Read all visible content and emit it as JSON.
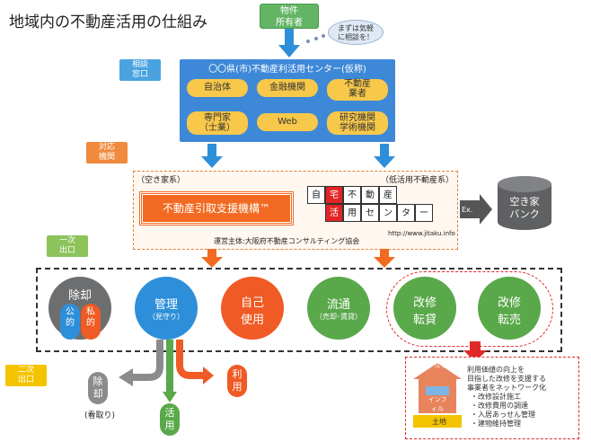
{
  "title": "地域内の不動産活用の仕組み",
  "owner": {
    "line1": "物件",
    "line2": "所有者"
  },
  "cloud": {
    "line1": "まずは気軽",
    "line2": "に相談を！"
  },
  "labels": {
    "consult": {
      "line1": "相談",
      "line2": "窓口"
    },
    "agency": {
      "line1": "対応",
      "line2": "機関"
    },
    "exit1": {
      "line1": "一次",
      "line2": "出口"
    },
    "exit2": {
      "line1": "二次",
      "line2": "出口"
    }
  },
  "center": {
    "title": "〇〇県(市)不動産利活用センター(仮称)",
    "pills": [
      {
        "l1": "自治体",
        "l2": ""
      },
      {
        "l1": "金融機関",
        "l2": ""
      },
      {
        "l1": "不動産",
        "l2": "業者"
      },
      {
        "l1": "専門家",
        "l2": "（士業）"
      },
      {
        "l1": "Web",
        "l2": ""
      },
      {
        "l1": "研究機関",
        "l2": "学術機関"
      }
    ]
  },
  "agency": {
    "left_label": "（空き家系）",
    "right_label": "（低活用不動産系）",
    "org": "不動産引取支援機構™",
    "grid_row1": [
      "自",
      "宅",
      "不",
      "動",
      "産"
    ],
    "grid_row2": [
      "活",
      "用",
      "セ",
      "ン",
      "タ",
      "ー"
    ],
    "url": "http://www.jitaku.info",
    "operator": "運営主体:大阪府不動産コンサルティング協会",
    "ex": "Ex.",
    "bank": {
      "l1": "空き家",
      "l2": "バンク"
    }
  },
  "exits": [
    {
      "main": "除却",
      "sub": "",
      "color": "#6d6e70"
    },
    {
      "main": "管理",
      "sub": "（見守り）",
      "color": "#2d8fd9"
    },
    {
      "main": "自己",
      "main2": "使用",
      "sub": "",
      "color": "#f05a24"
    },
    {
      "main": "流通",
      "sub": "（売却･賃貸）",
      "color": "#59a84a"
    },
    {
      "main": "改修",
      "main2": "転貸",
      "sub": "",
      "color": "#59a84a"
    },
    {
      "main": "改修",
      "main2": "転売",
      "sub": "",
      "color": "#59a84a"
    }
  ],
  "jokyaku_sub": [
    {
      "l1": "公",
      "l2": "的",
      "color": "#2d8fd9"
    },
    {
      "l1": "私",
      "l2": "的",
      "color": "#f05a24"
    }
  ],
  "second": {
    "remove": {
      "l1": "除",
      "l2": "却"
    },
    "remove_sub": "(看取り)",
    "utilize": {
      "l1": "活",
      "l2": "用"
    },
    "use": {
      "l1": "利",
      "l2": "用"
    }
  },
  "house": {
    "skeleton": "スケルトン",
    "infill": "インフィル",
    "land": "土地"
  },
  "info": {
    "lines": [
      "利用価値の向上を",
      "目指した改修を支援する",
      "事業者をネットワーク化"
    ],
    "bullets": [
      "・改修設計施工",
      "・改修費用の調達",
      "・入居あっせん管理",
      "・建物維持管理"
    ]
  }
}
